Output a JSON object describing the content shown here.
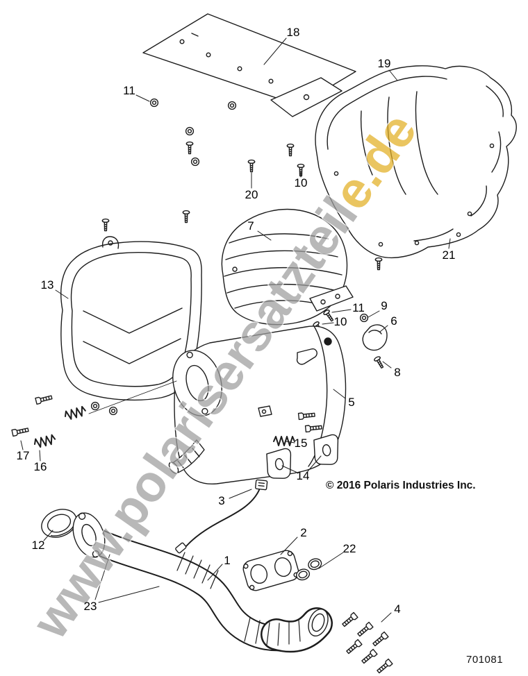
{
  "page": {
    "copyright": "© 2016 Polaris Industries Inc.",
    "diagram_number": "701081"
  },
  "watermark": {
    "text_main": "www.polarisersatzteil",
    "text_accent": "e.de",
    "color_main": "#9e9e9e",
    "color_accent": "#e2af23"
  },
  "art": {
    "line_color": "#1c1c1c"
  },
  "callouts": [
    {
      "label": "18"
    },
    {
      "label": "11"
    },
    {
      "label": "19"
    },
    {
      "label": "20"
    },
    {
      "label": "10"
    },
    {
      "label": "7"
    },
    {
      "label": "21"
    },
    {
      "label": "13"
    },
    {
      "label": "11"
    },
    {
      "label": "9"
    },
    {
      "label": "10"
    },
    {
      "label": "6"
    },
    {
      "label": "8"
    },
    {
      "label": "5"
    },
    {
      "label": "17"
    },
    {
      "label": "16"
    },
    {
      "label": "15"
    },
    {
      "label": "14"
    },
    {
      "label": "12"
    },
    {
      "label": "3"
    },
    {
      "label": "2"
    },
    {
      "label": "22"
    },
    {
      "label": "1"
    },
    {
      "label": "23"
    },
    {
      "label": "4"
    }
  ]
}
